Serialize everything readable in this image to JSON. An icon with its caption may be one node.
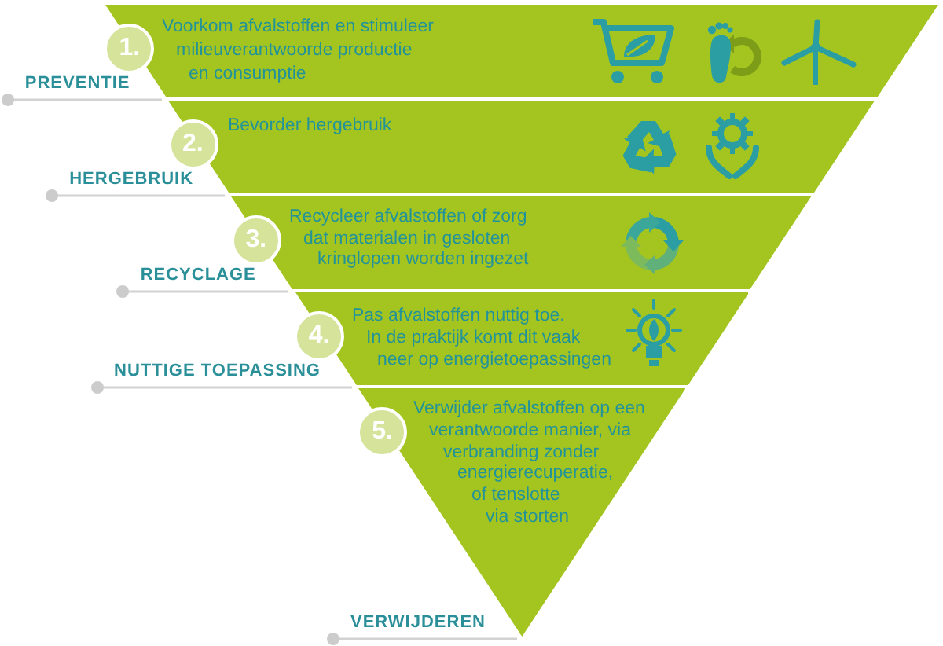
{
  "diagram": {
    "nodes": [
      {
        "text": [
          "1."
        ]
      },
      {
        "text": [
          "Voorkom afvalstoffen en stimuleer milieuverantwoorde productie en consumptie"
        ],
        "beside": [
          "PREVENTIE"
        ]
      },
      {
        "text": [
          "2."
        ]
      },
      {
        "text": [
          "Bevorder hergebruik"
        ],
        "beside": [
          "HERGEBRUIK"
        ]
      },
      {
        "text": [
          "3."
        ]
      },
      {
        "text": [
          "Recycleer afvalstoffen of zorg dat materialen in gesloten kringlopen worden ingezet"
        ],
        "beside": [
          "RECYCLAGE"
        ]
      },
      {
        "text": [
          "4."
        ]
      },
      {
        "text": [
          "Pas afvalstoffen nuttig toe. In de praktijk komt dit vaak neer op energietoepassingen"
        ],
        "beside": [
          "NUTTIGE TOEPASSING"
        ]
      },
      {
        "text": [
          "5."
        ]
      },
      {
        "text": [
          "Verwijder afvalstoffen op een verantwoorde manier, via verbranding zonder energierecuperatie, of tenslotte via storten"
        ],
        "beside": [
          "VERWIJDEREN"
        ]
      }
    ]
  }
}
